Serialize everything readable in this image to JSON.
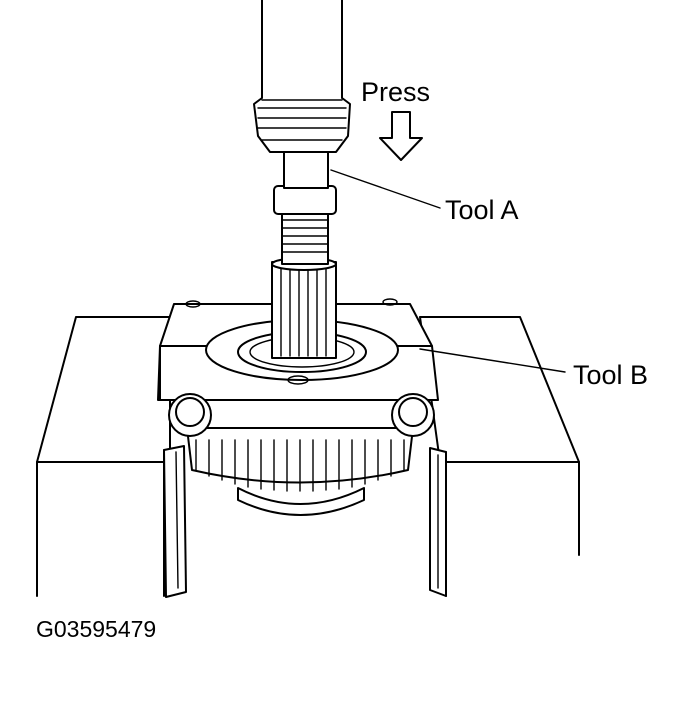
{
  "diagram": {
    "labels": {
      "press": "Press",
      "tool_a": "Tool A",
      "tool_b": "Tool B",
      "figure_id": "G03595479"
    }
  }
}
